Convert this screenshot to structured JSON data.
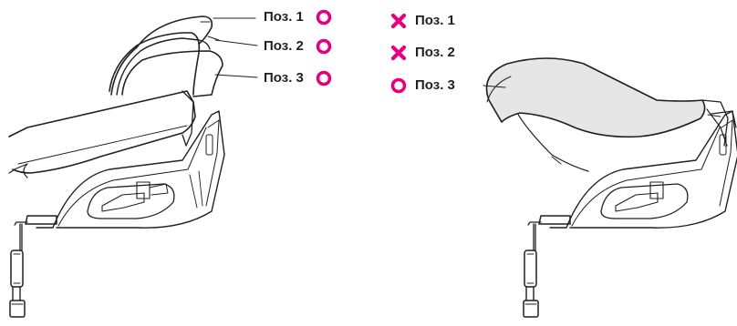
{
  "left_panel": {
    "labels": [
      "Поз. 1",
      "Поз. 2",
      "Поз. 3"
    ],
    "status": [
      "ok",
      "ok",
      "ok"
    ]
  },
  "right_panel": {
    "labels": [
      "Поз. 1",
      "Поз. 2",
      "Поз. 3"
    ],
    "status": [
      "not-allowed",
      "not-allowed",
      "ok"
    ]
  },
  "colors": {
    "accent": "#e6007e",
    "line": "#231f20",
    "headrest_fill": "#e6e6e6"
  },
  "icons": {
    "ok": "circle-ok-icon",
    "not_allowed": "cross-icon"
  }
}
